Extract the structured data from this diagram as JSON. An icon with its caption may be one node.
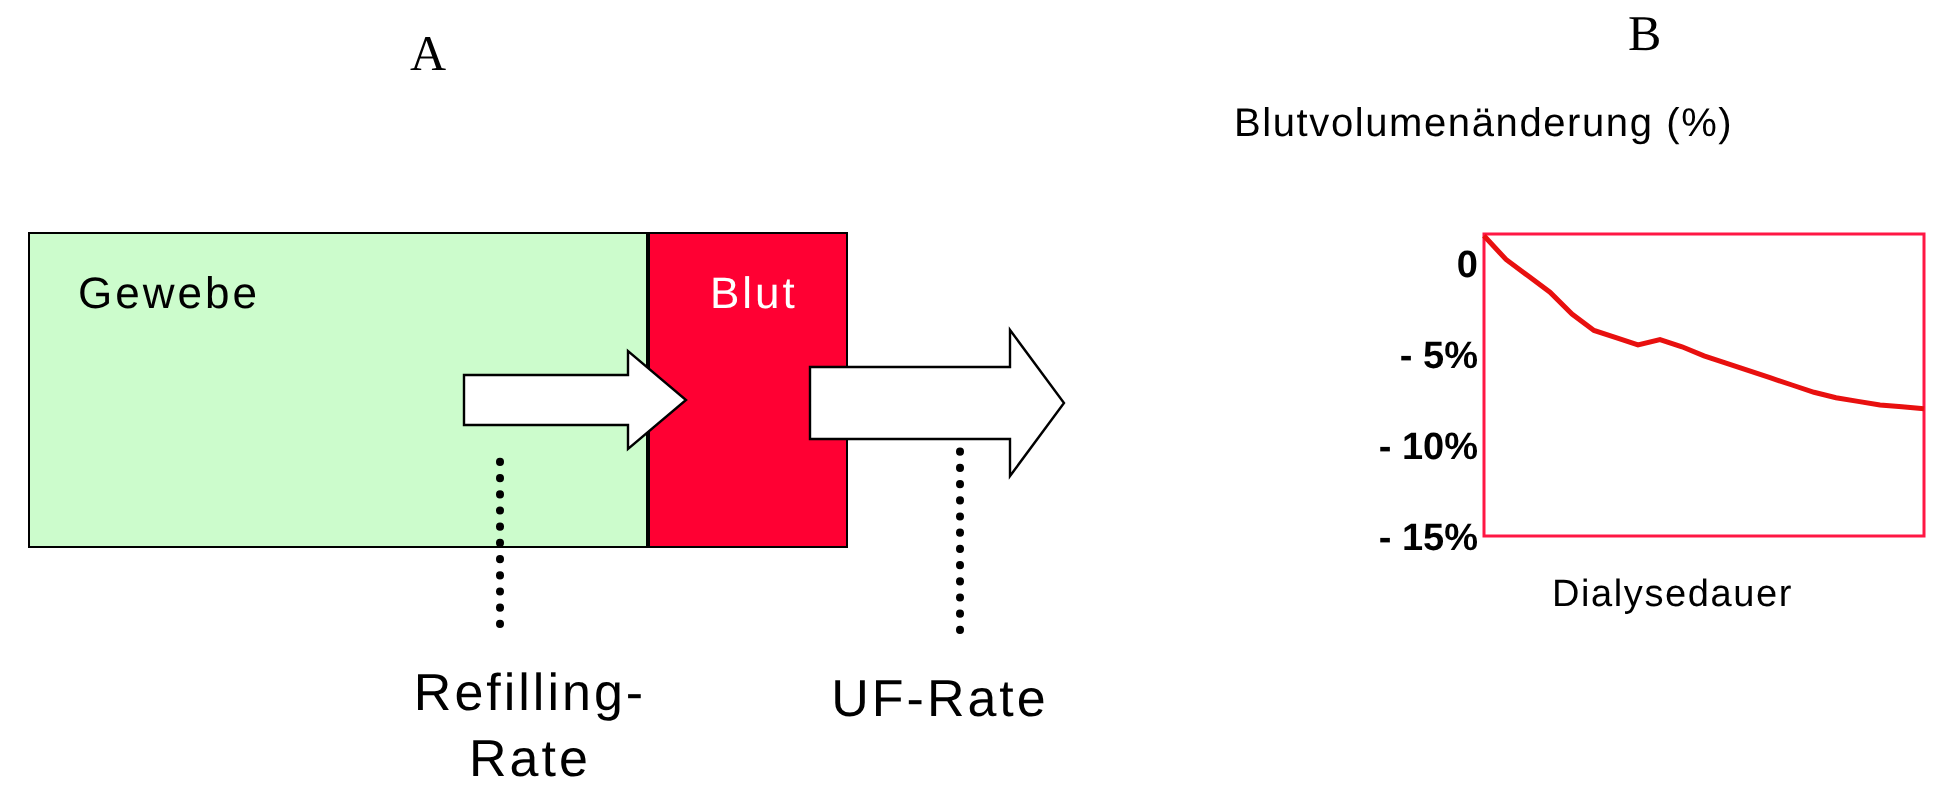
{
  "diagram": {
    "nodes": [
      {
        "text": [
          "Gewebe"
        ]
      },
      {
        "text": [
          "Blut"
        ]
      },
      {
        "text": [
          "Refilling- Rate"
        ]
      },
      {
        "text": [
          "UF-Rate"
        ]
      }
    ],
    "edges": [
      {
        "from": 0,
        "to": 1,
        "arrow": "to"
      },
      {
        "from": 1,
        "to": null,
        "arrow": "to"
      },
      {
        "from": 2,
        "to": 0,
        "arrow": "none",
        "style": "dashed"
      },
      {
        "from": 3,
        "to": null,
        "arrow": "none",
        "style": "dashed"
      }
    ],
    "labels": [
      "A",
      "B"
    ],
    "chart_data": {
      "type": "line",
      "title": "Blutvolumenänderung (%)",
      "xlabel": "Dialysedauer",
      "categories": [
        null,
        null,
        null,
        null,
        null,
        null,
        null,
        null,
        null,
        null,
        null,
        null,
        null,
        null,
        null,
        null,
        null,
        null,
        null,
        null,
        null
      ],
      "series": [
        {
          "color": "#e8100f",
          "values": [
            1.5,
            0.2,
            -0.7,
            -1.6,
            -2.8,
            -3.7,
            -4.1,
            -4.5,
            -4.2,
            -4.6,
            -5.1,
            -5.5,
            -5.9,
            -6.3,
            -6.7,
            -7.1,
            -7.4,
            -7.6,
            -7.8,
            -7.9,
            -8.0
          ]
        }
      ],
      "ylim": [
        -15,
        1.6
      ],
      "yticks": [
        {
          "value": 0,
          "label": "0"
        },
        {
          "value": -5,
          "label": "- 5%"
        },
        {
          "value": -10,
          "label": "- 10%"
        },
        {
          "value": -15,
          "label": "- 15%"
        }
      ]
    }
  }
}
